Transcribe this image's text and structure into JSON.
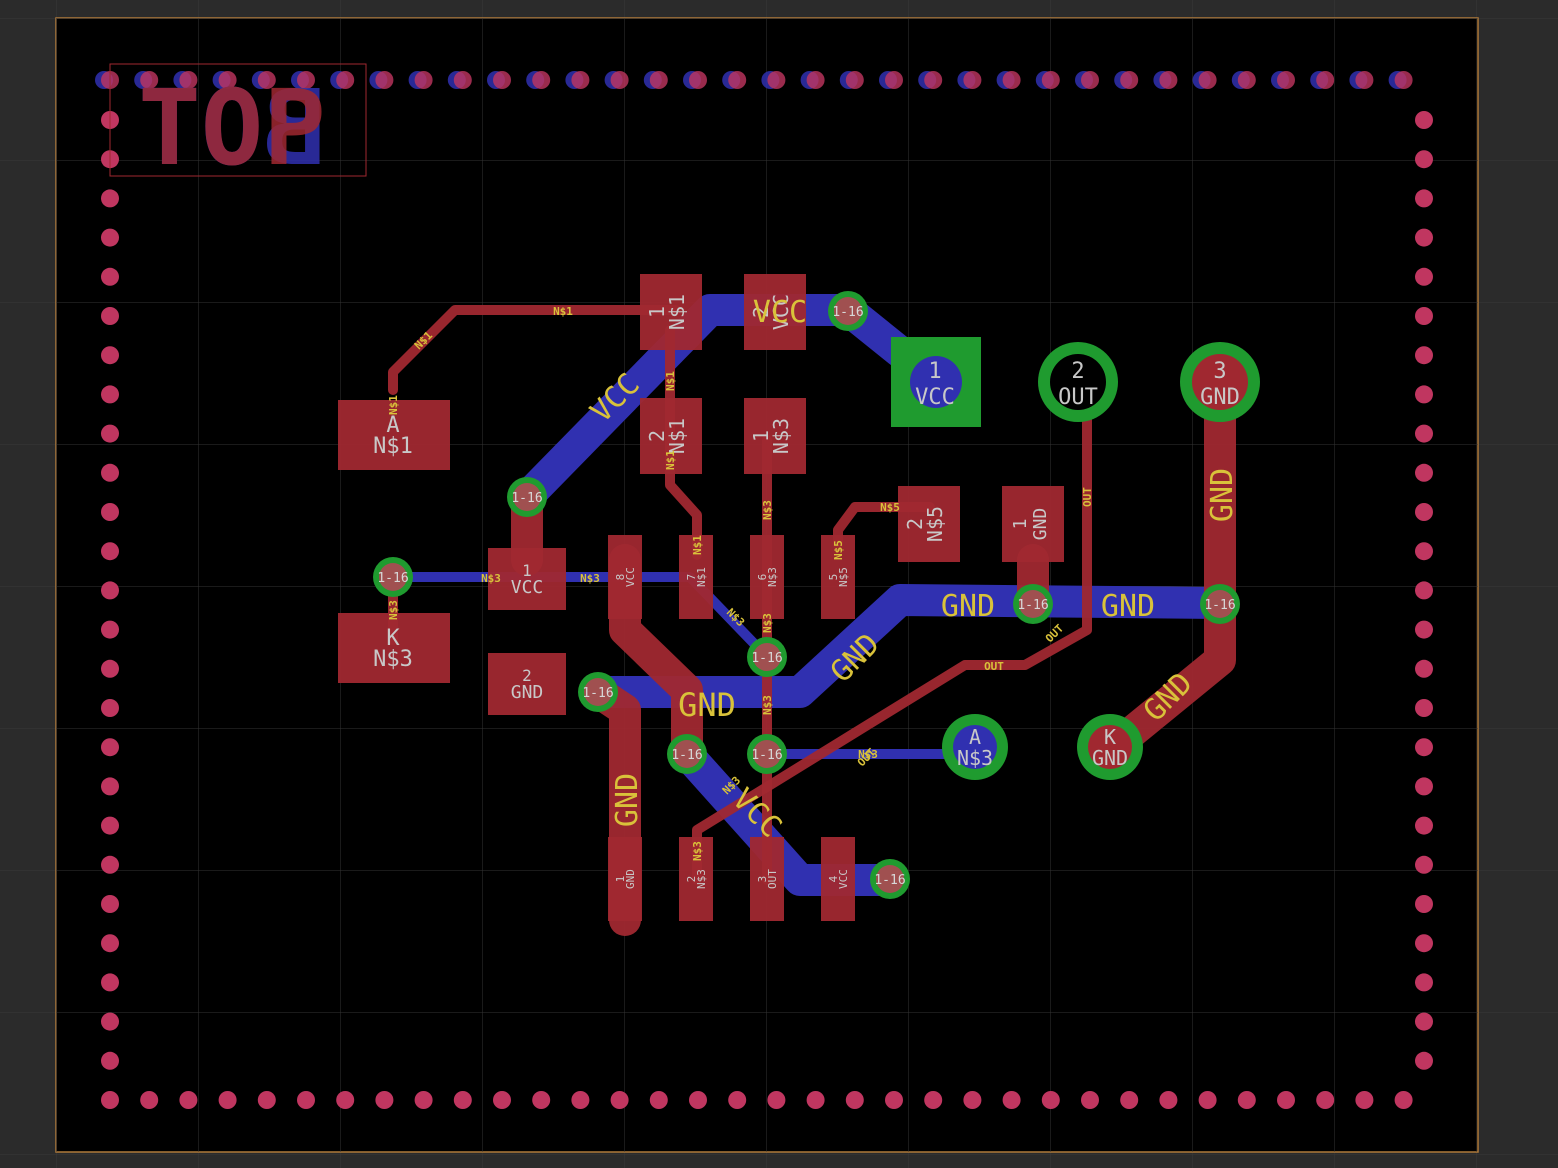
{
  "app": {
    "view": "PCB layout"
  },
  "colors": {
    "background": "#2b2b2b",
    "board": "#000000",
    "outline": "#b07a3a",
    "grid": "#3c3c3c",
    "top_copper": "#a02830",
    "bottom_copper": "#3030b0",
    "via_ring": "#1f9b2f",
    "label_yellow": "#d9c23a",
    "label_grey": "#c8c8c8",
    "stitch": "#c03660"
  },
  "layer_marker": {
    "top": "TOP",
    "bottom": "BOT"
  },
  "net_labels": {
    "n1": "N$1",
    "n3": "N$3",
    "n5": "N$5",
    "vcc": "VCC",
    "gnd": "GND",
    "out": "OUT"
  },
  "via_label": "1-16",
  "pads": {
    "led_a": {
      "num": "A",
      "net": "N$1"
    },
    "led_k": {
      "num": "K",
      "net": "N$3"
    },
    "r1_1": {
      "num": "1",
      "net": "N$1"
    },
    "r1_2": {
      "num": "2",
      "net": "VCC"
    },
    "r2_2": {
      "num": "2",
      "net": "N$1"
    },
    "r2_1": {
      "num": "1",
      "net": "N$3"
    },
    "c_1": {
      "num": "1",
      "net": "VCC"
    },
    "c_2": {
      "num": "2",
      "net": "GND"
    },
    "r3_2": {
      "num": "2",
      "net": "N$5"
    },
    "r3_1": {
      "num": "1",
      "net": "GND"
    },
    "ic_8": {
      "num": "8",
      "net": "VCC"
    },
    "ic_7": {
      "num": "7",
      "net": "N$1"
    },
    "ic_6": {
      "num": "6",
      "net": "N$3"
    },
    "ic_5": {
      "num": "5",
      "net": "N$5"
    },
    "ic_1": {
      "num": "1",
      "net": "GND"
    },
    "ic_2": {
      "num": "2",
      "net": "N$3"
    },
    "ic_3": {
      "num": "3",
      "net": "OUT"
    },
    "ic_4": {
      "num": "4",
      "net": "VCC"
    },
    "j_1": {
      "num": "1",
      "net": "VCC"
    },
    "j_2": {
      "num": "2",
      "net": "OUT"
    },
    "j_3": {
      "num": "3",
      "net": "GND"
    },
    "led2_a": {
      "num": "A",
      "net": "N$3"
    },
    "led2_k": {
      "num": "K",
      "net": "GND"
    }
  }
}
